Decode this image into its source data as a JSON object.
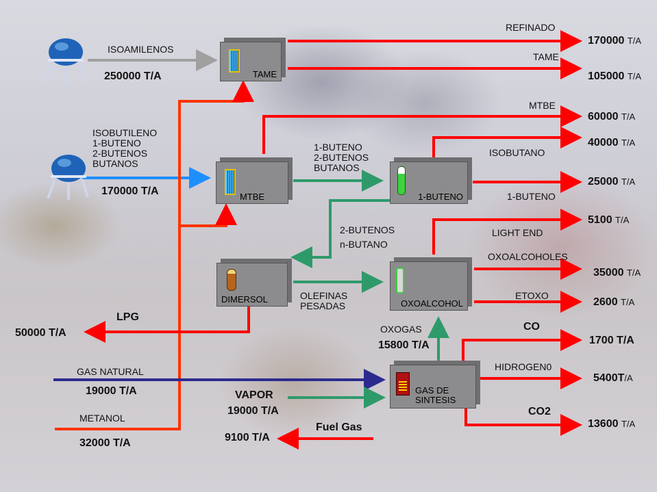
{
  "units": {
    "isoamilenos_qty": "250000 T/A",
    "c4_qty": "170000 T/A",
    "refinado": "170000",
    "tame": "105000",
    "mtbe": "60000",
    "isobutano": "40000",
    "buteno1": "25000",
    "light_end": "5100",
    "oxoalcoholes": "35000",
    "etoxo": "2600",
    "co": "1700 T/A",
    "hidrogeno": "5400",
    "co2": "13600",
    "lpg_qty": "50000 T/A",
    "gas_natural_qty": "19000 T/A",
    "vapor_qty": "19000 T/A",
    "metanol_qty": "32000 T/A",
    "fuel_gas_qty": "9100 T/A",
    "oxogas_qty": "15800 T/A",
    "suffix": "T/A",
    "suffix_hidrogeno_t": "T",
    "suffix_hidrogeno_a": "/A"
  },
  "units_boxes": {
    "tame": "TAME",
    "mtbe": "MTBE",
    "buteno1": "1-BUTENO",
    "dimersol": "DIMERSOL",
    "oxoalcohol": "OXOALCOHOL",
    "gas_sintesis": "GAS DE\nSINTESIS"
  },
  "labels": {
    "isoamilenos": "ISOAMILENOS",
    "c4_feed": "ISOBUTILENO\n1-BUTENO\n2-BUTENOS\nBUTANOS",
    "to_buteno": "1-BUTENO\n2-BUTENOS\nBUTANOS",
    "to_dimersol": "2-BUTENOS\nn-BUTANO",
    "olefinas": "OLEFINAS\nPESADAS",
    "refinado": "REFINADO",
    "tame_out": "TAME",
    "mtbe_out": "MTBE",
    "isobutano": "ISOBUTANO",
    "buteno1_out": "1-BUTENO",
    "light_end": "LIGHT END",
    "oxoalcoholes": "OXOALCOHOLES",
    "etoxo": "ETOXO",
    "co": "CO",
    "hidrogeno": "HIDROGEN0",
    "co2": "CO2",
    "lpg": "LPG",
    "gas_natural": "GAS NATURAL",
    "vapor": "VAPOR",
    "metanol": "METANOL",
    "fuel_gas": "Fuel Gas",
    "oxogas": "OXOGAS"
  },
  "colors": {
    "product_stream": "#ff0000",
    "methanol_stream": "#ff3300",
    "internal_stream": "#2e9a6a",
    "c4_stream": "#1e8fff",
    "natural_gas_stream": "#2b2b8f",
    "isoamilenos_stream": "#a0a0a0"
  }
}
